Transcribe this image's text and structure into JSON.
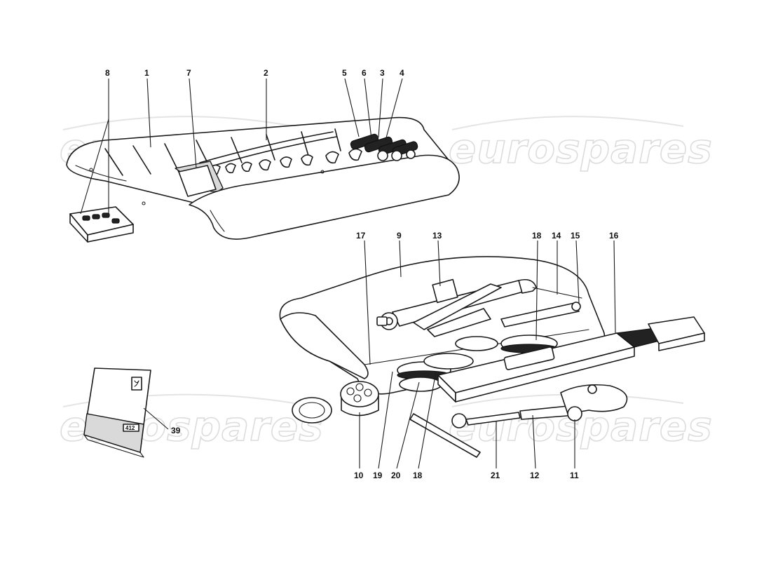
{
  "watermark": {
    "text": "eurospares",
    "color": "#dcdcdc"
  },
  "callouts": {
    "c1": "1",
    "c2": "2",
    "c3": "3",
    "c4": "4",
    "c5": "5",
    "c6": "6",
    "c7": "7",
    "c8": "8",
    "c9": "9",
    "c10": "10",
    "c11": "11",
    "c12": "12",
    "c13": "13",
    "c14": "14",
    "c15": "15",
    "c16": "16",
    "c17": "17",
    "c18a": "18",
    "c18b": "18",
    "c19": "19",
    "c20": "20",
    "c21": "21",
    "c39": "39"
  },
  "manual": {
    "cover_label": "412"
  },
  "colors": {
    "line": "#1a1a1a",
    "background": "#ffffff"
  }
}
